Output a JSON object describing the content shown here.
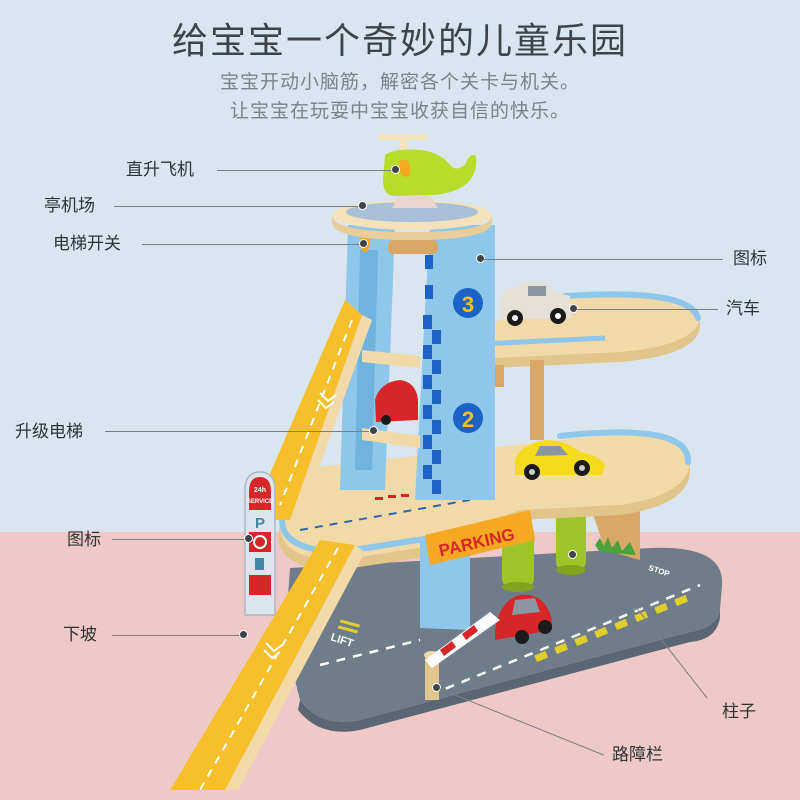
{
  "header": {
    "title": "给宝宝一个奇妙的儿童乐园",
    "subtitle_line1": "宝宝开动小脑筋，解密各个关卡与机关。",
    "subtitle_line2": "让宝宝在玩耍中宝宝收获自信的快乐。"
  },
  "colors": {
    "bg_top": "#d9e6ef",
    "bg_bottom": "#efc9c7",
    "tower_blue": "#8ec7ea",
    "ramp_yellow": "#f6bf2b",
    "wood": "#f1d9a8",
    "base_gray": "#6f7d8a",
    "parking_orange": "#f7a823",
    "parking_red": "#d7262a",
    "helicopter_green": "#b8dc2a"
  },
  "toy": {
    "parking_sign": "PARKING",
    "service_sign_line1": "24h",
    "service_sign_line2": "SERVICE",
    "service_sign_p": "P",
    "level_3": "3",
    "level_2": "2",
    "road_text_lift": "LIFT",
    "road_text_stop": "STOP"
  },
  "labels": {
    "helicopter": "直升飞机",
    "helipad": "亭机场",
    "elevator_switch": "电梯开关",
    "icon_tower": "图标",
    "car": "汽车",
    "elevator": "升级电梯",
    "icon_sign": "图标",
    "ramp": "下坡",
    "pillar": "柱子",
    "barrier": "路障栏"
  }
}
